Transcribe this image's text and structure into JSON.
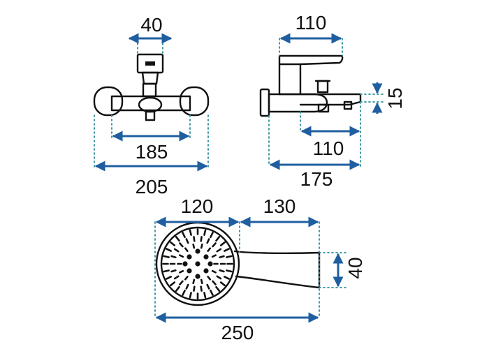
{
  "colors": {
    "dimension_line": "#1f5fa0",
    "extension_line": "#2f8f9d",
    "outline": "#111111",
    "background": "#ffffff"
  },
  "front_view": {
    "dimensions": {
      "top_width": "40",
      "inner_width": "185",
      "outer_width": "205"
    }
  },
  "side_view": {
    "dimensions": {
      "top_width": "110",
      "lower_width": "110",
      "overall_width": "175",
      "height": "15"
    }
  },
  "shower_head": {
    "dimensions": {
      "head_width": "120",
      "handle_width": "130",
      "overall_length": "250",
      "handle_height": "40"
    }
  }
}
